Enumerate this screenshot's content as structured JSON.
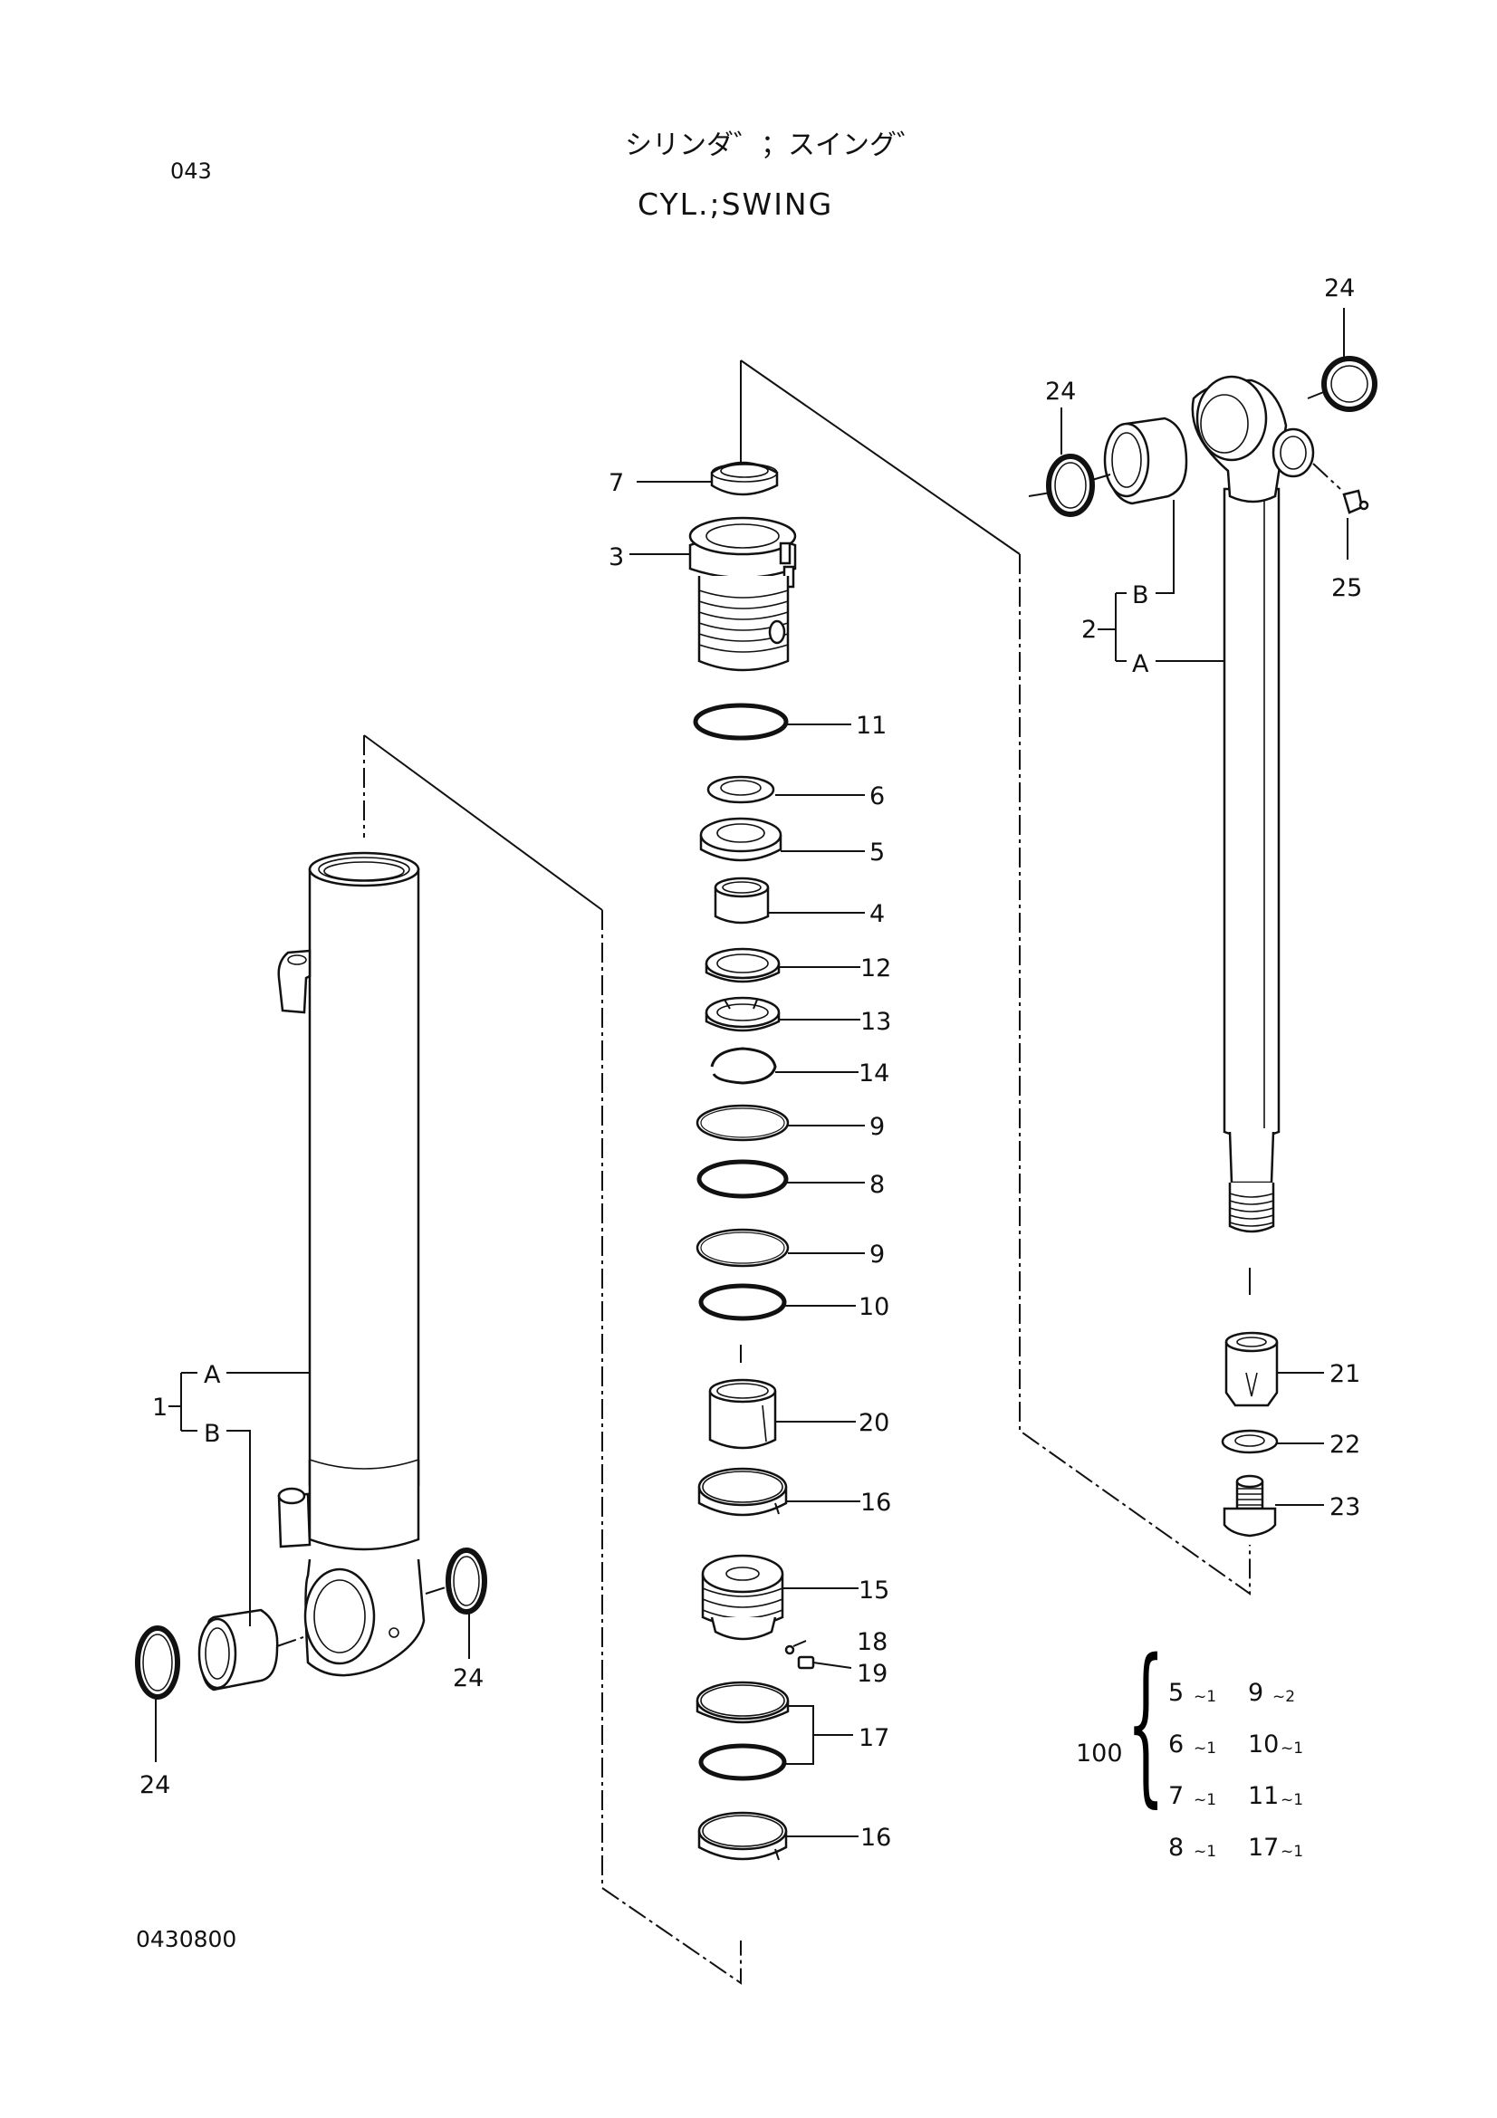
{
  "header": {
    "page_number": "043",
    "title_japanese": "シリンダ゛；スイング゛",
    "title_english": "CYL.;SWING"
  },
  "footer": {
    "drawing_number": "0430800"
  },
  "callouts": {
    "p1": "1",
    "p1A": "A",
    "p1B": "B",
    "p2": "2",
    "p2A": "A",
    "p2B": "B",
    "p3": "3",
    "p4": "4",
    "p5": "5",
    "p6": "6",
    "p7": "7",
    "p8": "8",
    "p9a": "9",
    "p9b": "9",
    "p10": "10",
    "p11": "11",
    "p12": "12",
    "p13": "13",
    "p14": "14",
    "p15": "15",
    "p16a": "16",
    "p16b": "16",
    "p17": "17",
    "p18": "18",
    "p19": "19",
    "p20": "20",
    "p21": "21",
    "p22": "22",
    "p23": "23",
    "p24a": "24",
    "p24b": "24",
    "p24c": "24",
    "p24d": "24",
    "p25": "25"
  },
  "kit": {
    "number": "100",
    "brace": "{",
    "rows": [
      {
        "part_a": "5",
        "qty_a": "~1",
        "part_b": "9",
        "qty_b": "~2"
      },
      {
        "part_a": "6",
        "qty_a": "~1",
        "part_b": "10",
        "qty_b": "~1"
      },
      {
        "part_a": "7",
        "qty_a": "~1",
        "part_b": "11",
        "qty_b": "~1"
      },
      {
        "part_a": "8",
        "qty_a": "~1",
        "part_b": "17",
        "qty_b": "~1"
      }
    ]
  }
}
